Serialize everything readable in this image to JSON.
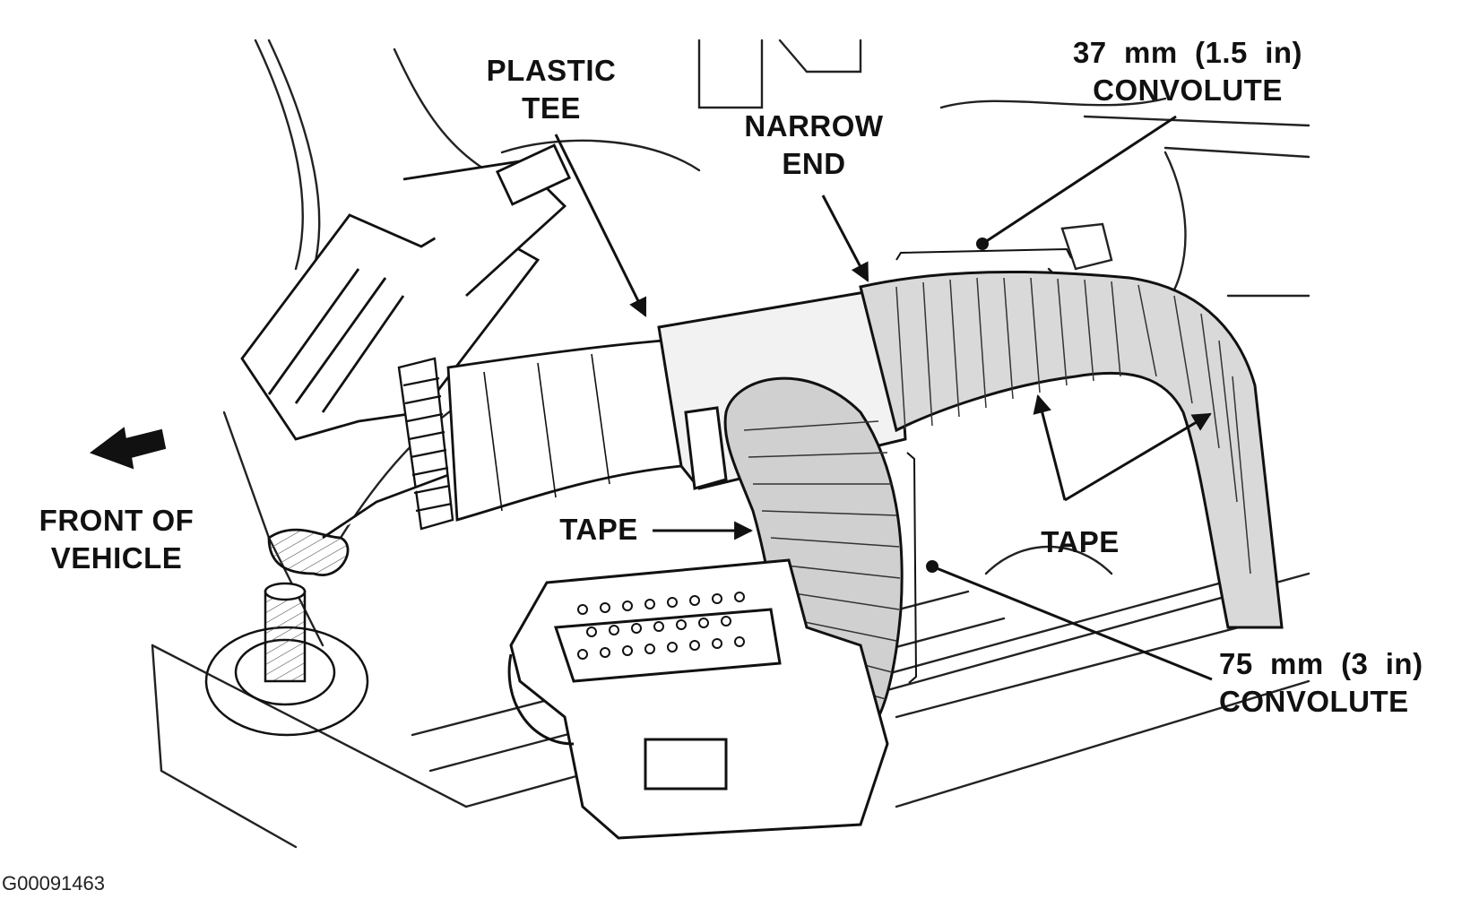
{
  "labels": {
    "plastic_tee": [
      "PLASTIC",
      "TEE"
    ],
    "narrow_end": [
      "NARROW",
      "END"
    ],
    "convolute_37": [
      "37  mm  (1.5  in)",
      "CONVOLUTE"
    ],
    "front_of_vehicle": [
      "FRONT OF",
      "VEHICLE"
    ],
    "tape_left": "TAPE",
    "tape_right": "TAPE",
    "convolute_75": [
      "75  mm  (3  in)",
      "CONVOLUTE"
    ]
  },
  "figure_id": "G00091463",
  "colors": {
    "ink": "#111111",
    "paper": "#ffffff",
    "tape_gray": "#d9d9d9"
  }
}
